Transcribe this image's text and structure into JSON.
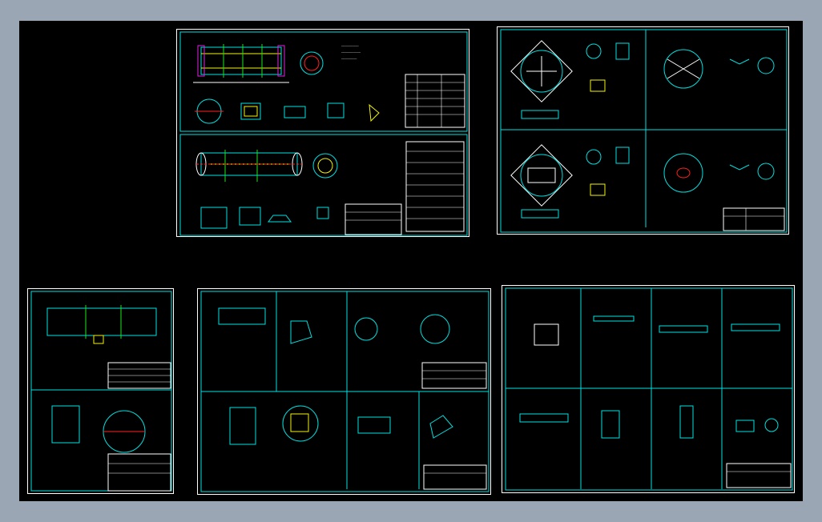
{
  "viewport": {
    "background": "#000000",
    "frame": "#9aa6b3"
  },
  "colors": {
    "border": "#00e0e0",
    "outline": "#ffffff",
    "dim": "#f2f20a",
    "center": "#18e818",
    "cut": "#ff2020"
  },
  "sheets": [
    {
      "id": "sheet-1",
      "title_block": "",
      "views": 10
    },
    {
      "id": "sheet-2",
      "title_block": "",
      "views": 8
    },
    {
      "id": "sheet-3",
      "title_block": "",
      "views": 2
    },
    {
      "id": "sheet-4",
      "title_block": "",
      "views": 6
    },
    {
      "id": "sheet-5",
      "title_block": "",
      "views": 8
    }
  ]
}
